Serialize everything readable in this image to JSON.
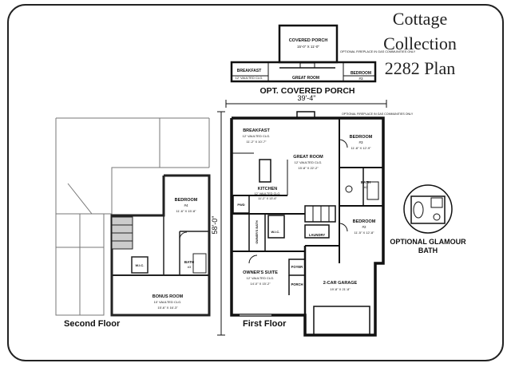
{
  "title_lines": [
    "Cottage",
    "Collection",
    "2282 Plan"
  ],
  "floors": {
    "second": "Second Floor",
    "first": "First Floor"
  },
  "porch_option": {
    "caption": "OPT. COVERED PORCH",
    "covered_porch_name": "COVERED PORCH",
    "covered_porch_dim": "15'-0\" X 11'-0\"",
    "fireplace_note": "OPTIONAL FIREPLACE IN GAS COMMUNITIES ONLY",
    "breakfast": "BREAKFAST",
    "breakfast_ceiling": "12' VAULTED CLG.",
    "great_room": "GREAT ROOM",
    "bedroom": "BEDROOM",
    "bedroom_num": "#3"
  },
  "first_floor": {
    "width_dim": "39'-4\"",
    "depth_dim": "58'-0\"",
    "fireplace_note": "OPTIONAL FIREPLACE IN GAS COMMUNITIES ONLY",
    "breakfast": {
      "name": "BREAKFAST",
      "ceiling": "12' VAULTED CLG.",
      "dim": "11'-2\" X 10'-7\""
    },
    "great_room": {
      "name": "GREAT ROOM",
      "ceiling": "12' VAULTED CLG.",
      "dim": "15'-8\" X 22'-2\""
    },
    "bedroom3": {
      "name": "BEDROOM",
      "num": "#3",
      "dim": "11'-8\" X 12'-9\""
    },
    "bedroom2": {
      "name": "BEDROOM",
      "num": "#2",
      "dim": "11'-5\" X 12'-8\""
    },
    "kitchen": {
      "name": "KITCHEN",
      "ceiling": "12' VAULTED CLG.",
      "dim": "11'-2\" X 13'-6\""
    },
    "owners_suite": {
      "name": "OWNER'S SUITE",
      "ceiling": "12' VAULTED CLG.",
      "dim": "14'-0\" X 15'-2\""
    },
    "garage": {
      "name": "2-CAR GARAGE",
      "dim": "19'-8\" X 21'-8\""
    },
    "bath": "BATH",
    "bath_num": "#2",
    "laundry": "LAUNDRY",
    "foyer": "FOYER",
    "porch": "PORCH",
    "pwd": "PWD",
    "wic": "W.I.C.",
    "owners_bath": "OWNER'S BATH"
  },
  "second_floor": {
    "bedroom4": {
      "name": "BEDROOM",
      "num": "#4",
      "dim": "11'-6\" X 15'-8\""
    },
    "bonus_room": {
      "name": "BONUS ROOM",
      "ceiling": "10' VAULTED CLG.",
      "dim": "15'-6\" X 16'-3\""
    },
    "bath": "BATH",
    "bath_num": "#3",
    "wic": "W.I.C."
  },
  "glamour_bath_caption": "OPTIONAL GLAMOUR BATH"
}
